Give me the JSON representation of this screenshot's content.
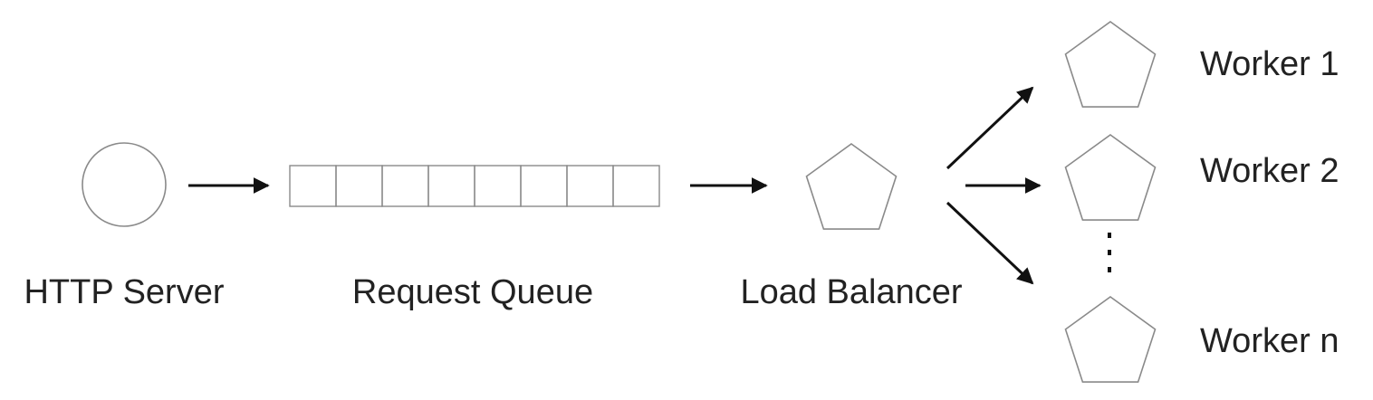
{
  "diagram": {
    "nodes": {
      "http_server": {
        "label": "HTTP Server",
        "shape": "circle"
      },
      "request_queue": {
        "label": "Request Queue",
        "shape": "queue",
        "slots": 8
      },
      "load_balancer": {
        "label": "Load Balancer",
        "shape": "pentagon"
      },
      "workers": [
        {
          "label": "Worker 1",
          "shape": "pentagon"
        },
        {
          "label": "Worker 2",
          "shape": "pentagon"
        },
        {
          "label": "Worker n",
          "shape": "pentagon"
        }
      ]
    },
    "edges": [
      {
        "from": "http_server",
        "to": "request_queue"
      },
      {
        "from": "request_queue",
        "to": "load_balancer"
      },
      {
        "from": "load_balancer",
        "to": "worker_1"
      },
      {
        "from": "load_balancer",
        "to": "worker_2"
      },
      {
        "from": "load_balancer",
        "to": "worker_n"
      }
    ],
    "ellipsis": "vertical-dots",
    "colors": {
      "stroke": "#8a8a8a",
      "arrow": "#111111",
      "text": "#222222",
      "background": "#ffffff"
    }
  }
}
